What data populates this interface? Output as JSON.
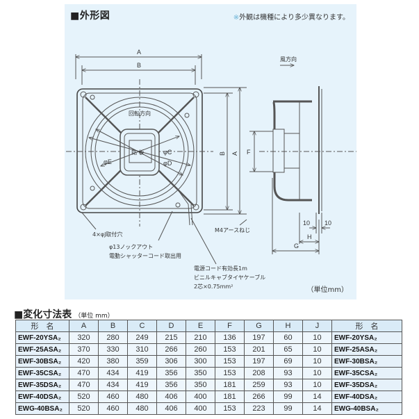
{
  "outline": {
    "title": "■外形図",
    "note_mark": "※",
    "note": "外観は機種により多少異なります。",
    "unit": "（単位mm）",
    "labels": {
      "dim_a": "A",
      "dim_b": "B",
      "dim_c": "φC",
      "dim_d": "φD",
      "dim_e": "φE",
      "dim_f": "F",
      "dim_g": "G",
      "dim_h": "H",
      "dim_10_left": "10",
      "dim_10_right": "10",
      "rotation": "回転方向",
      "nameplate": "銘 板",
      "airflow": "風方向",
      "mount_holes": "4×φJ取付穴",
      "knockout_1": "φ13ノックアウト",
      "knockout_2": "電動シャッターコード取出用",
      "earth_screw": "M4アースねじ",
      "cord_1": "電源コード有効長1m",
      "cord_2": "ビニルキャブタイヤケーブル",
      "cord_3": "2芯×0.75mm²"
    }
  },
  "table": {
    "title": "■変化寸法表",
    "unit": "（単位 mm）",
    "headers": [
      "形　名",
      "A",
      "B",
      "C",
      "D",
      "E",
      "F",
      "G",
      "H",
      "J",
      "形　名"
    ],
    "rows": [
      {
        "model": "EWF-20YSA₂",
        "values": [
          "320",
          "280",
          "249",
          "215",
          "210",
          "136",
          "197",
          "60",
          "10"
        ]
      },
      {
        "model": "EWF-25ASA₂",
        "values": [
          "370",
          "330",
          "310",
          "266",
          "260",
          "153",
          "201",
          "65",
          "10"
        ]
      },
      {
        "model": "EWF-30BSA₂",
        "values": [
          "420",
          "380",
          "359",
          "306",
          "300",
          "153",
          "197",
          "69",
          "10"
        ]
      },
      {
        "model": "EWF-35CSA₂",
        "values": [
          "470",
          "434",
          "419",
          "356",
          "350",
          "153",
          "208",
          "93",
          "10"
        ]
      },
      {
        "model": "EWF-35DSA₂",
        "values": [
          "470",
          "434",
          "419",
          "356",
          "350",
          "181",
          "259",
          "93",
          "10"
        ]
      },
      {
        "model": "EWF-40DSA₂",
        "values": [
          "520",
          "460",
          "480",
          "406",
          "400",
          "181",
          "266",
          "99",
          "14"
        ]
      },
      {
        "model": "EWG-40BSA₂",
        "values": [
          "520",
          "460",
          "480",
          "406",
          "400",
          "153",
          "223",
          "99",
          "14"
        ]
      }
    ]
  },
  "colors": {
    "panel_bg": "#e6f3fb",
    "header_bg": "#d9ebf7",
    "line": "#555555"
  }
}
